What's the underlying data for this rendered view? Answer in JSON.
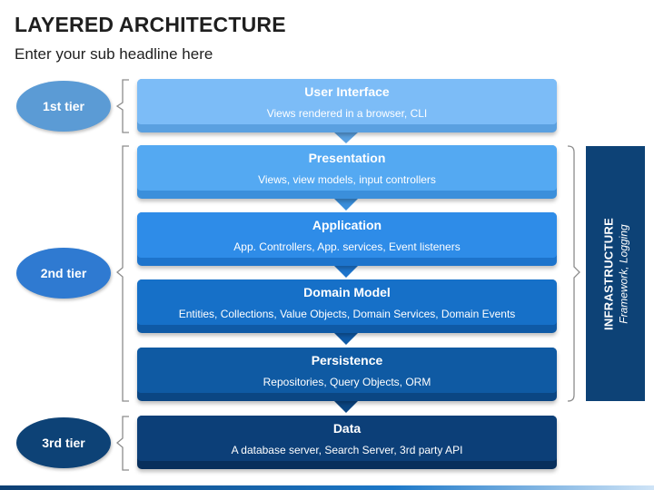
{
  "title": "LAYERED ARCHITECTURE",
  "subtitle": "Enter your sub headline here",
  "tiers": [
    {
      "label": "1st tier",
      "color": "#5b9bd5"
    },
    {
      "label": "2nd tier",
      "color": "#2f7ad1"
    },
    {
      "label": "3rd tier",
      "color": "#0d4276"
    }
  ],
  "layers": [
    {
      "name": "User Interface",
      "description": "Views rendered in a browser, CLI",
      "color": "#7cbcf7",
      "shadow": "#5aa0e0"
    },
    {
      "name": "Presentation",
      "description": "Views, view models, input controllers",
      "color": "#54a9f2",
      "shadow": "#3b8fdb"
    },
    {
      "name": "Application",
      "description": "App. Controllers, App. services, Event listeners",
      "color": "#2e8ce8",
      "shadow": "#1d74cc"
    },
    {
      "name": "Domain Model",
      "description": "Entities, Collections, Value Objects, Domain Services, Domain Events",
      "color": "#1670c8",
      "shadow": "#0f5aa6"
    },
    {
      "name": "Persistence",
      "description": "Repositories, Query Objects, ORM",
      "color": "#0f5aa3",
      "shadow": "#0b4683"
    },
    {
      "name": "Data",
      "description": "A database server, Search Server, 3rd party API",
      "color": "#0c3f78",
      "shadow": "#082f5c"
    }
  ],
  "infrastructure": {
    "title": "INFRASTRUCTURE",
    "subtitle": "Framework, Logging",
    "color": "#0d4276"
  }
}
